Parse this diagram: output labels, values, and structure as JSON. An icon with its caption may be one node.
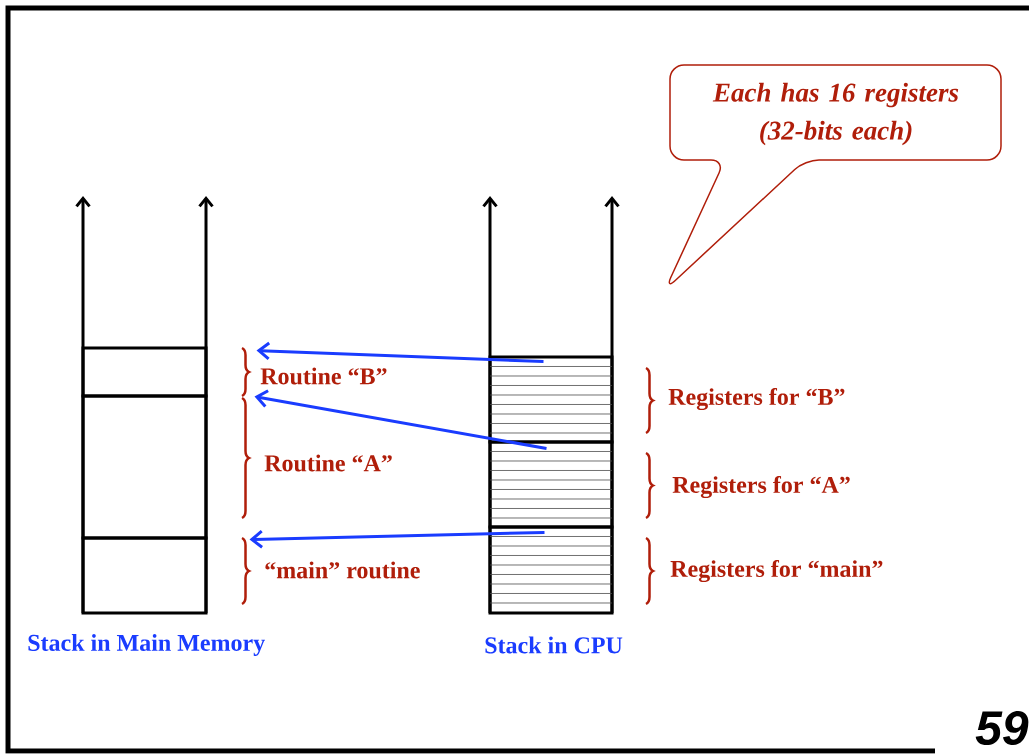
{
  "diagram": {
    "nodes": [
      {
        "text": [
          "Each has 16 registers (32-bits each)"
        ]
      },
      {
        "text": [],
        "shape": "box",
        "beside": [
          "Routine “B”"
        ]
      },
      {
        "text": [],
        "shape": "box",
        "beside": [
          "Routine “A”"
        ]
      },
      {
        "text": [],
        "shape": "box",
        "beside": [
          "“main” routine"
        ]
      },
      {
        "text": [],
        "shape": "box",
        "beside": [
          "Registers for “B”"
        ]
      },
      {
        "text": [],
        "shape": "box",
        "beside": [
          "Registers for “A”"
        ]
      },
      {
        "text": [],
        "shape": "box",
        "beside": [
          "Registers for “main”"
        ]
      }
    ],
    "edges": [
      {
        "from": 4,
        "to": 1,
        "arrow": "to"
      },
      {
        "from": 5,
        "to": 2,
        "arrow": "to"
      },
      {
        "from": 6,
        "to": 3,
        "arrow": "to"
      }
    ],
    "labels": [
      "Stack in Main Memory",
      "Stack in CPU",
      "59"
    ]
  }
}
